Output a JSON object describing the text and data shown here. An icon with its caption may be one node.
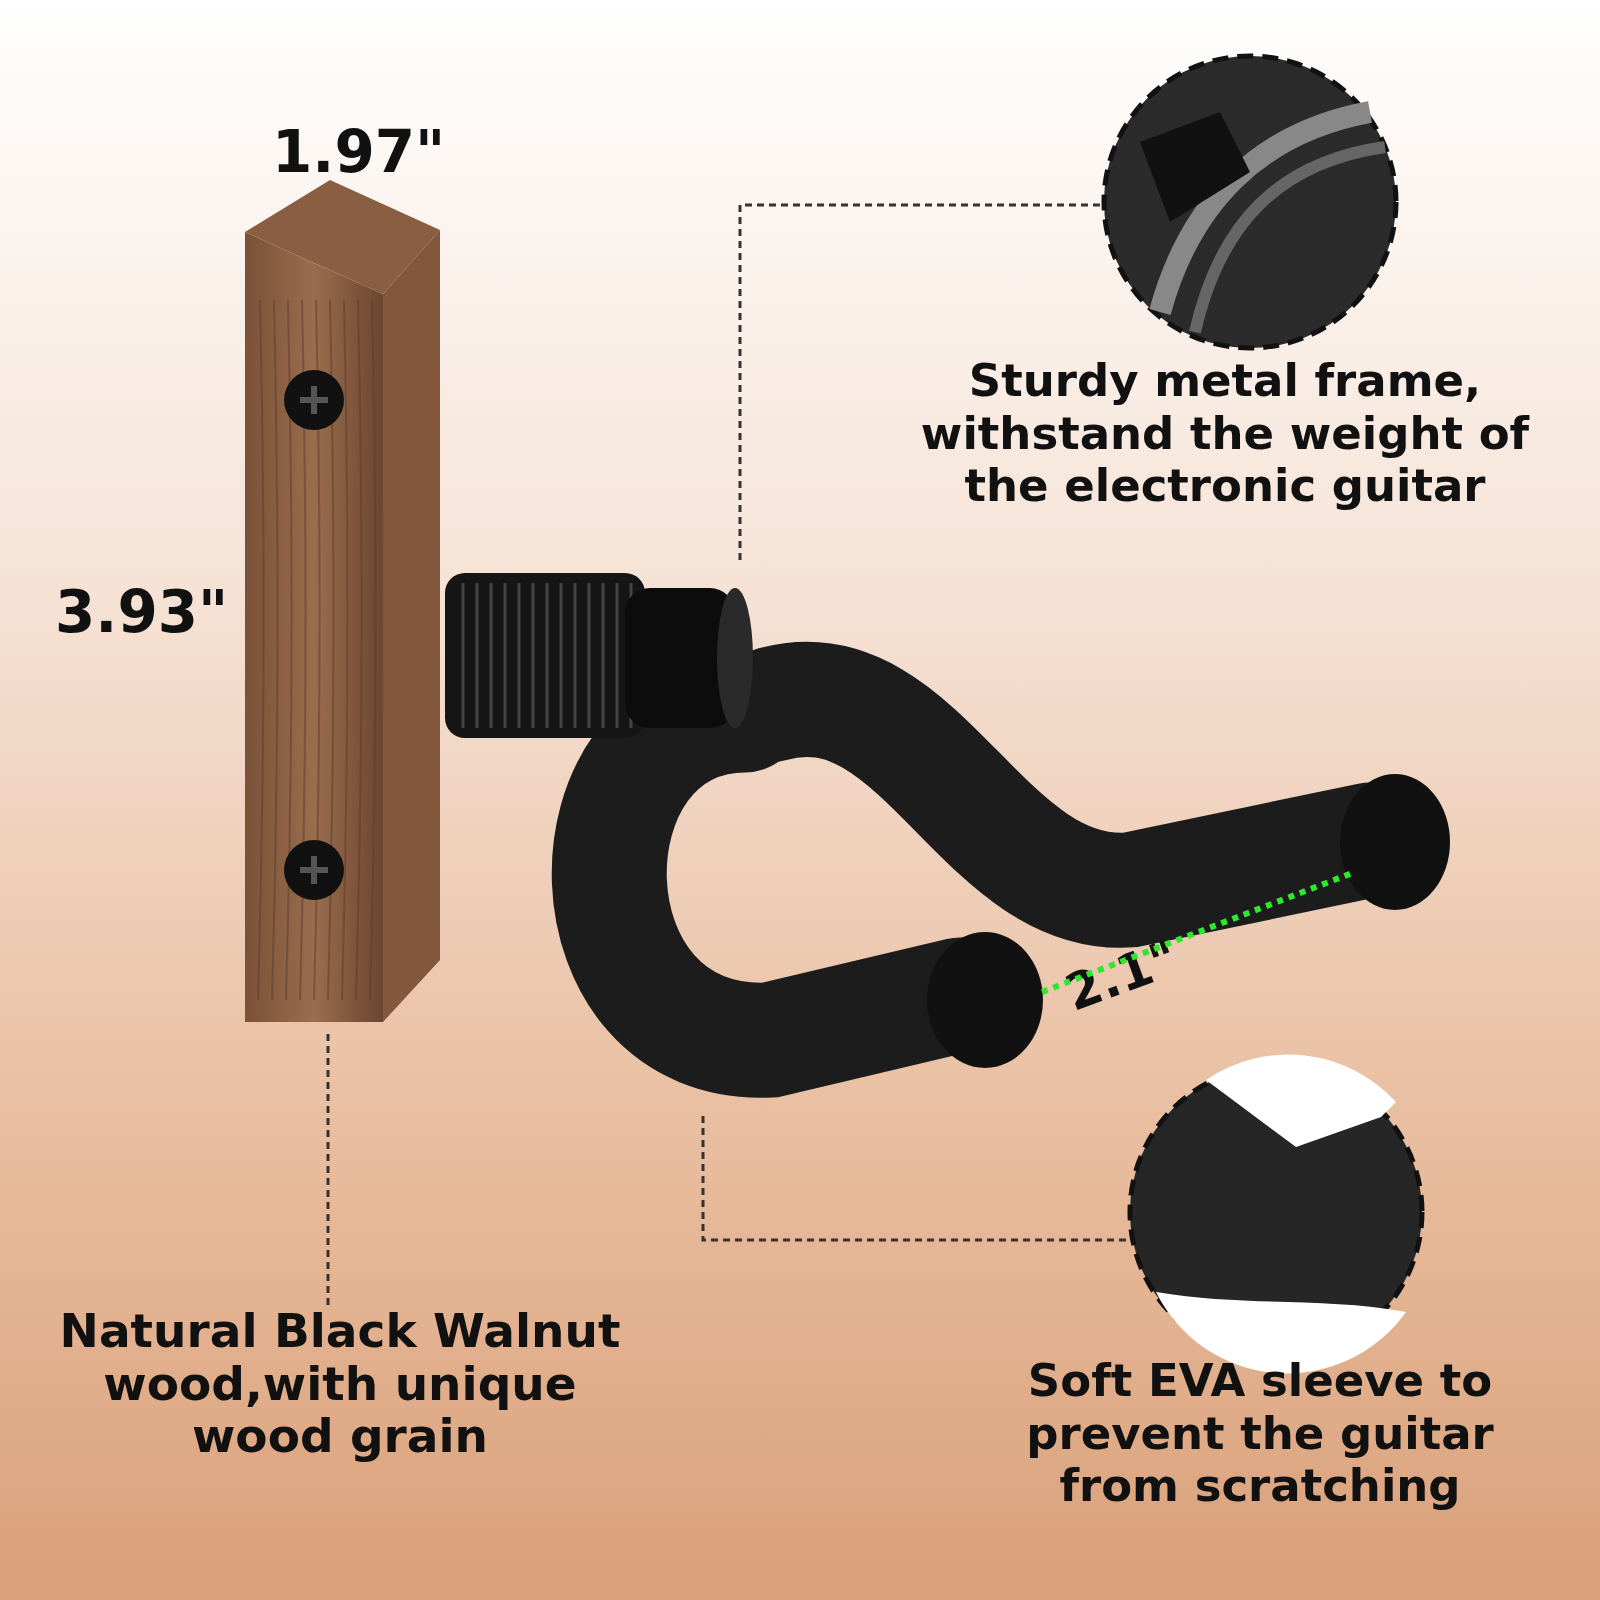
{
  "diagram": {
    "nodes": [
      {
        "text": [],
        "shape": "picture"
      },
      {
        "text": [],
        "shape": "picture"
      },
      {
        "text": [],
        "shape": "picture"
      },
      {
        "text": [
          "Natural Black Walnut wood,with unique wood grain"
        ]
      },
      {
        "text": [],
        "shape": "picture",
        "beside": [
          "Sturdy metal frame, withstand the weight of the electronic guitar"
        ]
      },
      {
        "text": [],
        "shape": "picture",
        "beside": [
          "Soft EVA sleeve to prevent the guitar from scratching"
        ]
      }
    ],
    "edges": [
      {
        "from": 3,
        "to": 0,
        "arrow": "none",
        "style": "dashed"
      },
      {
        "from": 4,
        "to": 1,
        "arrow": "none",
        "style": "dashed"
      },
      {
        "from": 5,
        "to": 2,
        "arrow": "none",
        "style": "dashed"
      }
    ],
    "labels": [
      "1.97\"",
      "3.93\"",
      "2.1\""
    ]
  }
}
